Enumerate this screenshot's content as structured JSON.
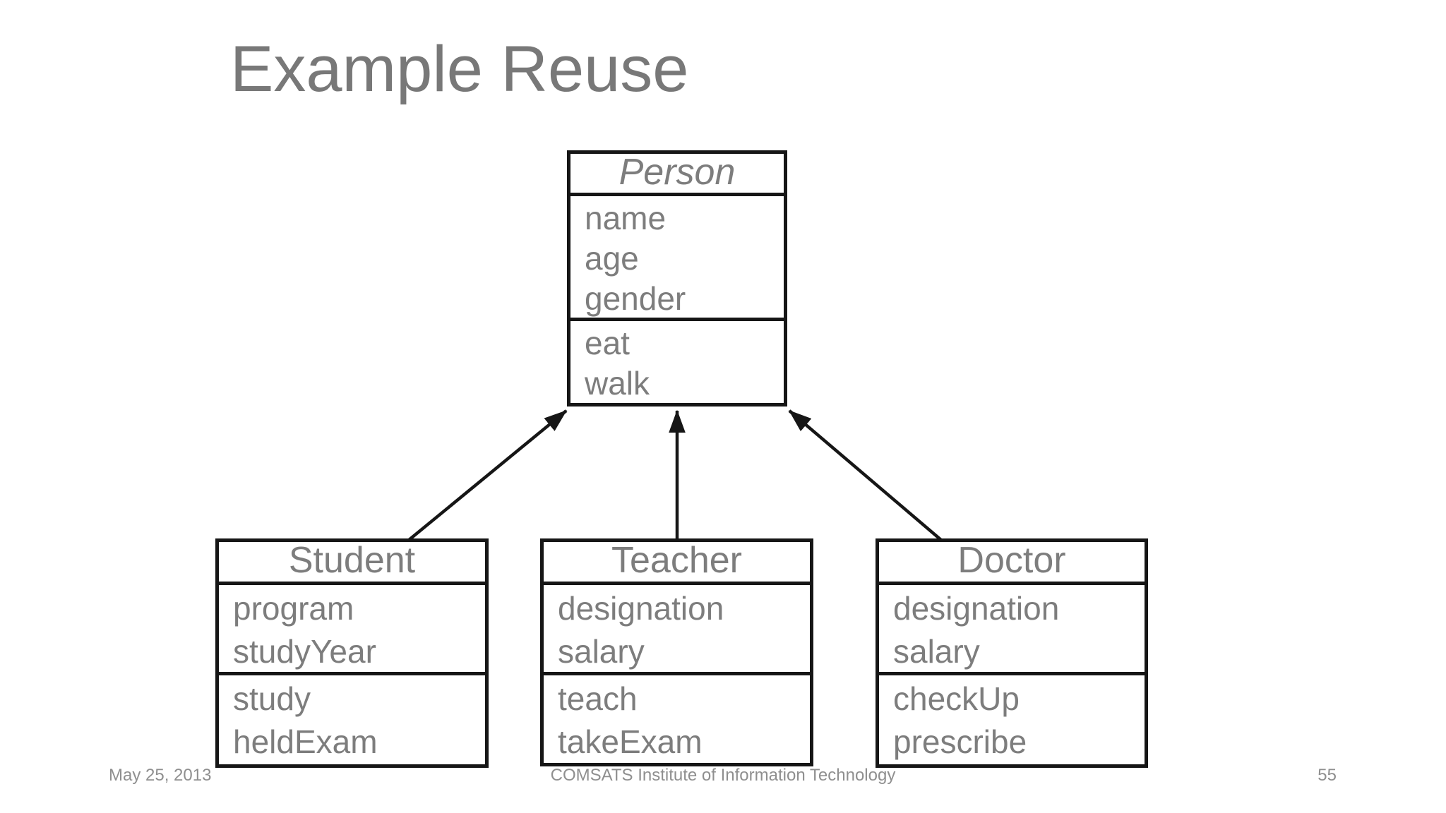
{
  "slide": {
    "title": "Example Reuse",
    "footer": {
      "date": "May 25, 2013",
      "center": "COMSATS Institute of Information Technology",
      "page_number": "55"
    },
    "colors": {
      "background": "#ffffff",
      "title_text": "#787878",
      "class_text": "#7d7d7d",
      "footer_text": "#8f8f8f",
      "border": "#161616",
      "arrow": "#161616"
    }
  },
  "diagram": {
    "type": "uml-class-diagram",
    "classes": [
      {
        "id": "person",
        "name": "Person",
        "abstract": true,
        "attributes": [
          "name",
          "age",
          "gender"
        ],
        "methods": [
          "eat",
          "walk"
        ]
      },
      {
        "id": "student",
        "name": "Student",
        "abstract": false,
        "attributes": [
          "program",
          "studyYear"
        ],
        "methods": [
          "study",
          "heldExam"
        ]
      },
      {
        "id": "teacher",
        "name": "Teacher",
        "abstract": false,
        "attributes": [
          "designation",
          "salary"
        ],
        "methods": [
          "teach",
          "takeExam"
        ]
      },
      {
        "id": "doctor",
        "name": "Doctor",
        "abstract": false,
        "attributes": [
          "designation",
          "salary"
        ],
        "methods": [
          "checkUp",
          "prescribe"
        ]
      }
    ],
    "relations": [
      {
        "from": "Student",
        "to": "Person",
        "type": "inheritance"
      },
      {
        "from": "Teacher",
        "to": "Person",
        "type": "inheritance"
      },
      {
        "from": "Doctor",
        "to": "Person",
        "type": "inheritance"
      }
    ]
  }
}
